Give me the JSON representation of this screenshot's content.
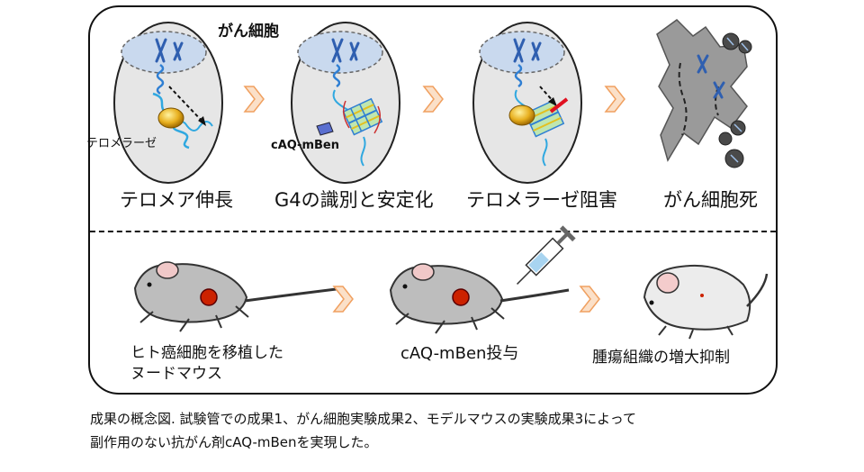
{
  "top_panel": {
    "cancer_cell_label": "がん細胞",
    "telomerase_label": "テロメラーゼ",
    "compound_label": "cAQ-mBen",
    "stages": [
      "テロメア伸長",
      "G4の識別と安定化",
      "テロメラーゼ阻害",
      "がん細胞死"
    ]
  },
  "bottom_panel": {
    "steps": [
      {
        "line1": "ヒト癌細胞を移植した",
        "line2": "ヌードマウス"
      },
      {
        "line1": "cAQ-mBen投与"
      },
      {
        "line1": "腫瘍組織の増大抑制"
      }
    ]
  },
  "caption": {
    "line1": "成果の概念図. 試験管での成果1、がん細胞実験成果2、モデルマウスの実験成果3によって",
    "line2": "副作用のない抗がん剤cAQ-mBenを実現した。"
  },
  "colors": {
    "cell_fill": "#e6e6e6",
    "nucleus_fill": "#c9d9ee",
    "dna_blue": "#2f7fd3",
    "arrow_orange": "#f0a060",
    "tumor_red": "#cc2200",
    "mouse_fill": "#bdbdbd"
  }
}
